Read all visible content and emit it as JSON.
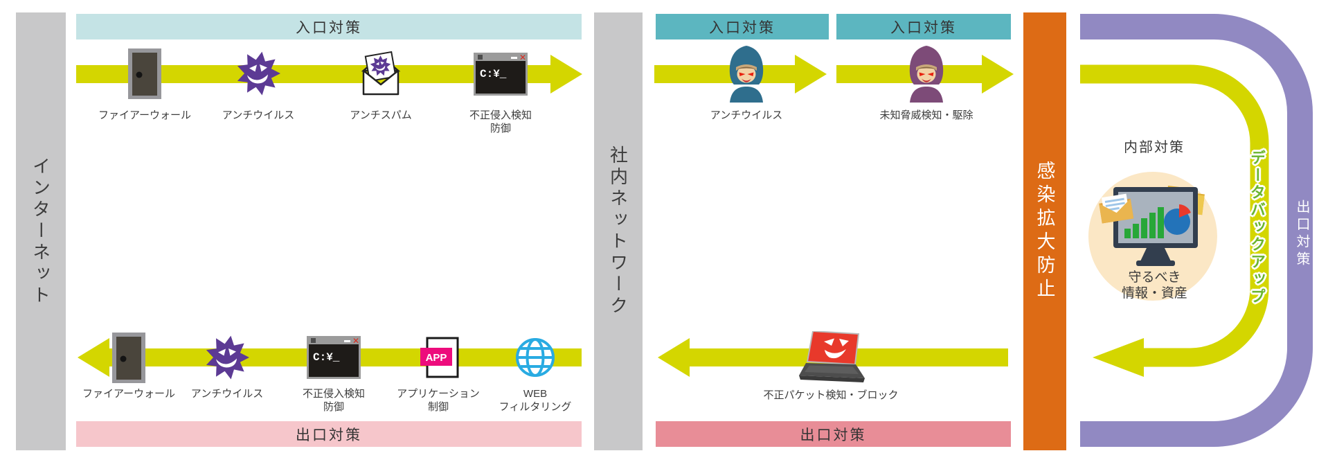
{
  "lanes": {
    "internet": "インターネット",
    "internal_network": "社内ネットワーク",
    "infection_prevention": "感染拡大防止"
  },
  "banners": {
    "top_left": "入口対策",
    "top_mid_1": "入口対策",
    "top_mid_2": "入口対策",
    "bottom_left": "出口対策",
    "bottom_mid": "出口対策"
  },
  "internet_inbound": {
    "items": [
      {
        "icon": "door-firewall-icon",
        "label": "ファイアーウォール"
      },
      {
        "icon": "virus-icon",
        "label": "アンチウイルス"
      },
      {
        "icon": "mail-virus-icon",
        "label": "アンチスパム"
      },
      {
        "icon": "terminal-icon",
        "label": "不正侵入検知\n防御"
      }
    ]
  },
  "internet_outbound": {
    "items": [
      {
        "icon": "door-firewall-icon",
        "label": "ファイアーウォール"
      },
      {
        "icon": "virus-icon",
        "label": "アンチウイルス"
      },
      {
        "icon": "terminal-icon",
        "label": "不正侵入検知\n防御"
      },
      {
        "icon": "app-control-icon",
        "label": "アプリケーション\n制御"
      },
      {
        "icon": "globe-icon",
        "label": "WEB\nフィルタリング"
      }
    ]
  },
  "network_inbound": {
    "items": [
      {
        "icon": "hacker-blue-icon",
        "label": "アンチウイルス"
      },
      {
        "icon": "hacker-purple-icon",
        "label": "未知脅威検知・駆除"
      }
    ]
  },
  "network_outbound": {
    "items": [
      {
        "icon": "malicious-laptop-icon",
        "label": "不正パケット検知・ブロック"
      }
    ]
  },
  "right_zone": {
    "internal_label": "内部対策",
    "asset_label": "守るべき\n情報・資産",
    "backup_label": "データバックアップ",
    "exit_label": "出口対策"
  },
  "colors": {
    "arrow_yellow": "#d4d600",
    "entrance_light_teal": "#c4e3e5",
    "entrance_dark_teal": "#5cb6c0",
    "exit_light_pink": "#f6c6cb",
    "exit_dark_pink": "#e88d97",
    "infection_orange": "#dd6b15",
    "backup_band_purple": "#9189c2",
    "lane_gray": "#c8c8c9",
    "virus_purple": "#5c3a94",
    "backup_text_green": "#6ab52f"
  }
}
